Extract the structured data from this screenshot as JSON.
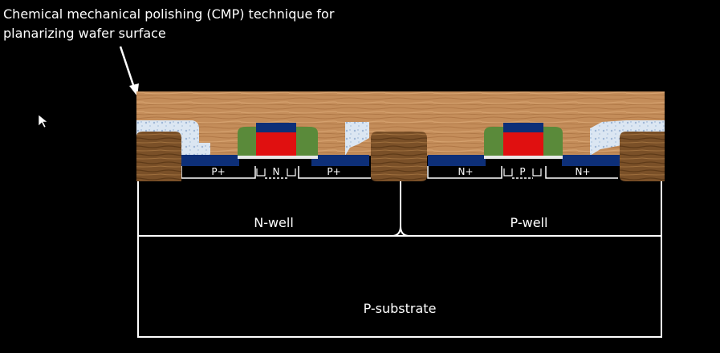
{
  "caption": {
    "line1": "Chemical mechanical polishing (CMP) technique for",
    "line2": "planarizing wafer surface"
  },
  "regions": {
    "nwell": "N-well",
    "pwell": "P-well",
    "substrate": "P-substrate"
  },
  "diffusions": {
    "pmos_left": "P+",
    "pmos_right": "P+",
    "pmos_channel": "N",
    "nmos_left": "N+",
    "nmos_right": "N+",
    "nmos_channel": "P"
  },
  "colors": {
    "background": "#000000",
    "cmp_surface": "#c9915e",
    "oxide": "#0d2f78",
    "poly_gate": "#e01010",
    "spacer": "#5a8a3a",
    "isolation": "#7a5028",
    "dielectric_fill": "#d8e4f0"
  }
}
